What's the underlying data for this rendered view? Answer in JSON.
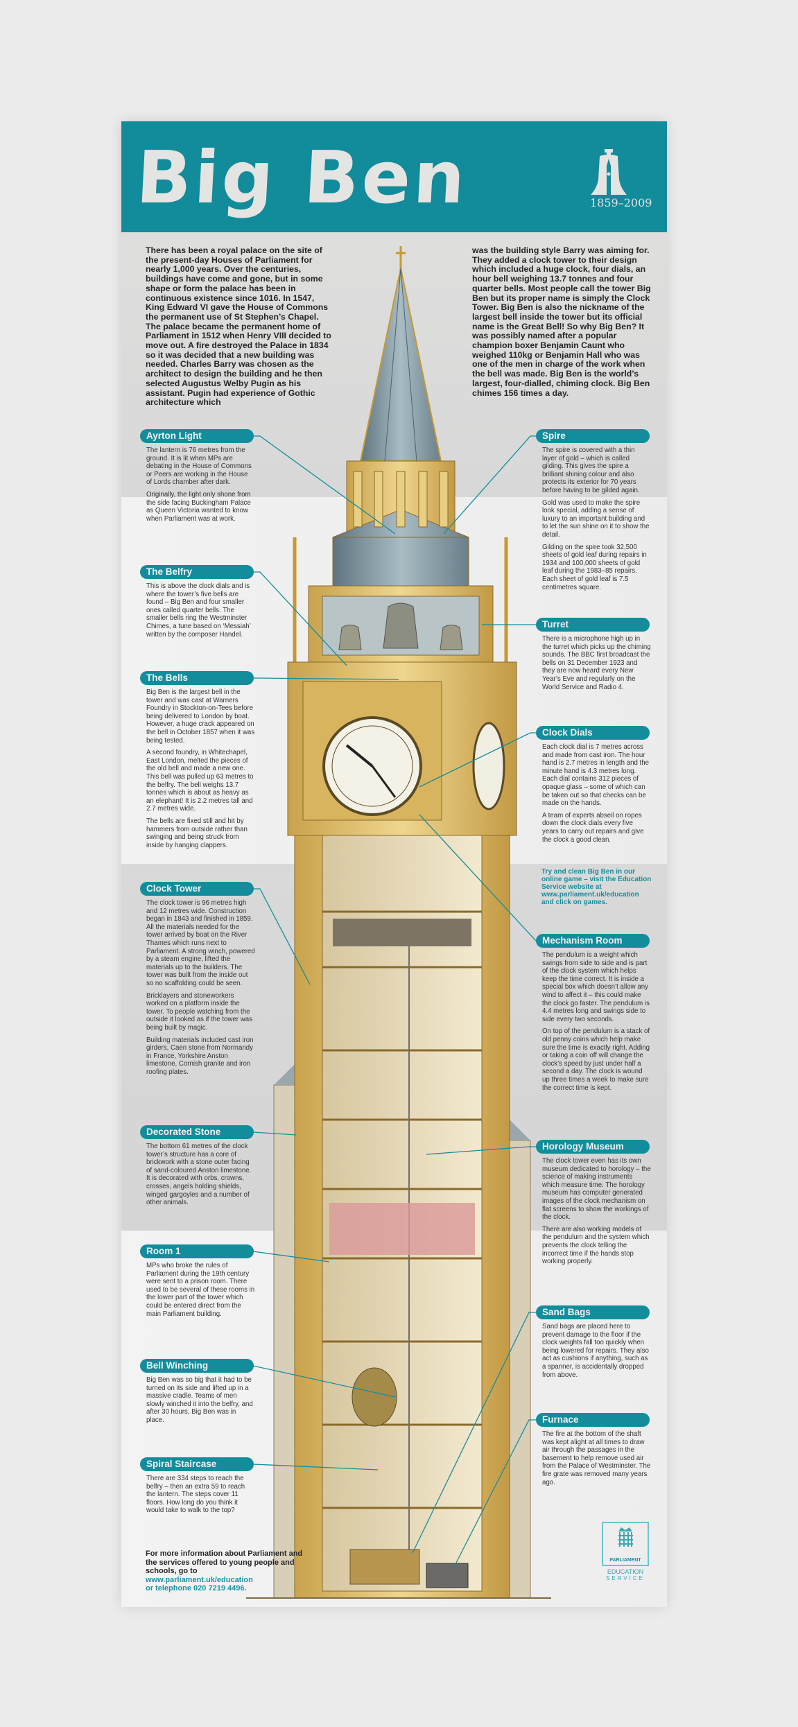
{
  "header": {
    "title": "Big Ben",
    "dates": "1859–2009"
  },
  "intro": {
    "left": "There has been a royal palace on the site of the present-day Houses of Parliament for nearly 1,000 years. Over the centuries, buildings have come and gone, but in some shape or form the palace has been in continuous existence since 1016. In 1547, King Edward VI gave the House of Commons the permanent use of St Stephen’s Chapel. The palace became the permanent home of Parliament in 1512 when Henry VIII decided to move out. A fire destroyed the Palace in 1834 so it was decided that a new building was needed. Charles Barry was chosen as the architect to design the building and he then selected Augustus Welby Pugin as his assistant. Pugin had experience of Gothic architecture which",
    "right": "was the building style Barry was aiming for. They added a clock tower to their design which included a huge clock, four dials, an hour bell weighing 13.7 tonnes and four quarter bells. Most people call the tower Big Ben but its proper name is simply the Clock Tower. Big Ben is also the nickname of the largest bell inside the tower but its official name is the Great Bell! So why Big Ben? It was possibly named after a popular champion boxer Benjamin Caunt who weighed 110kg or Benjamin Hall who was one of the men in charge of the work when the bell was made. Big Ben is the world’s largest, four-dialled, chiming clock. Big Ben chimes 156 times a day."
  },
  "callouts": {
    "ayrton": {
      "title": "Ayrton Light",
      "p": [
        "The lantern is 76 metres from the ground. It is lit when MPs are debating in the House of Commons or Peers are working in the House of Lords chamber after dark.",
        "Originally, the light only shone from the side facing Buckingham Palace as Queen Victoria wanted to know when Parliament was at work."
      ]
    },
    "belfry": {
      "title": "The Belfry",
      "p": [
        "This is above the clock dials and is where the tower’s five bells are found – Big Ben and four smaller ones called quarter bells. The smaller bells ring the Westminster Chimes, a tune based on ‘Messiah’ written by the composer Handel."
      ]
    },
    "bells": {
      "title": "The Bells",
      "p": [
        "Big Ben is the largest bell in the tower and was cast at Warners Foundry in Stockton-on-Tees before being delivered to London by boat. However, a huge crack appeared on the bell in October 1857 when it was being tested.",
        "A second foundry, in Whitechapel, East London, melted the pieces of the old bell and made a new one. This bell was pulled up 63 metres to the belfry. The bell weighs 13.7 tonnes which is about as heavy as an elephant! It is 2.2 metres tall and 2.7 metres wide.",
        "The bells are fixed still and hit by hammers from outside rather than swinging and being struck from inside by hanging clappers."
      ]
    },
    "clocktower": {
      "title": "Clock Tower",
      "p": [
        "The clock tower is 96 metres high and 12 metres wide. Construction began in 1843 and finished in 1859. All the materials needed for the tower arrived by boat on the River Thames which runs next to Parliament. A strong winch, powered by a steam engine, lifted the materials up to the builders. The tower was built from the inside out so no scaffolding could be seen.",
        "Bricklayers and stoneworkers worked on a platform inside the tower. To people watching from the outside it looked as if the tower was being built by magic.",
        "Building materials included cast iron girders, Caen stone from Normandy in France, Yorkshire Anston limestone, Cornish granite and iron roofing plates."
      ]
    },
    "stone": {
      "title": "Decorated Stone",
      "p": [
        "The bottom 61 metres of the clock tower’s structure has a core of brickwork with a stone outer facing of sand-coloured Anston limestone. It is decorated with orbs, crowns, crosses, angels holding shields, winged gargoyles and a number of other animals."
      ]
    },
    "room1": {
      "title": "Room 1",
      "p": [
        "MPs who broke the rules of Parliament during the 19th century were sent to a prison room. There used to be several of these rooms in the lower part of the tower which could be entered direct from the main Parliament building."
      ]
    },
    "winching": {
      "title": "Bell Winching",
      "p": [
        "Big Ben was so big that it had to be turned on its side and lifted up in a massive cradle. Teams of men slowly winched it into the belfry, and after 30 hours, Big Ben was in place."
      ]
    },
    "staircase": {
      "title": "Spiral Staircase",
      "p": [
        "There are 334 steps to reach the belfry – then an extra 59 to reach the lantern. The steps cover 11 floors. How long do you think it would take to walk to the top?"
      ]
    },
    "spire": {
      "title": "Spire",
      "p": [
        "The spire is covered with a thin layer of gold – which is called gilding. This gives the spire a brilliant shining colour and also protects its exterior for 70 years before having to be gilded again.",
        "Gold was used to make the spire look special, adding a sense of luxury to an important building and to let the sun shine on it to show the detail.",
        "Gilding on the spire took 32,500 sheets of gold leaf during repairs in 1934 and 100,000 sheets of gold leaf during the 1983–85 repairs. Each sheet of gold leaf is 7.5 centimetres square."
      ]
    },
    "turret": {
      "title": "Turret",
      "p": [
        "There is a microphone high up in the turret which picks up the chiming sounds. The BBC first broadcast the bells on 31 December 1923 and they are now heard every New Year’s Eve and regularly on the World Service and Radio 4."
      ]
    },
    "dials": {
      "title": "Clock Dials",
      "p": [
        "Each clock dial is 7 metres across and made from cast iron. The hour hand is 2.7 metres in length and the minute hand is 4.3 metres long. Each dial contains 312 pieces of opaque glass – some of which can be taken out so that checks can be made on the hands.",
        "A team of experts abseil on ropes down the clock dials every five years to carry out repairs and give the clock a good clean."
      ]
    },
    "mechanism": {
      "title": "Mechanism Room",
      "p": [
        "The pendulum is a weight which swings from side to side and is part of the clock system which helps keep the time correct. It is inside a special box which doesn’t allow any wind to affect it – this could make the clock go faster. The pendulum is 4.4 metres long and swings side to side every two seconds.",
        "On top of the pendulum is a stack of old penny coins which help make sure the time is exactly right. Adding or taking a coin off will change the clock’s speed by just under half a second a day. The clock is wound up three times a week to make sure the correct time is kept."
      ]
    },
    "horology": {
      "title": "Horology Museum",
      "p": [
        "The clock tower even has its own museum dedicated to horology – the science of making instruments which measure time. The horology museum has computer generated images of the clock mechanism on flat screens to show the workings of the clock.",
        "There are also working models of the pendulum and the system which prevents the clock telling the incorrect time if the hands stop working properly."
      ]
    },
    "sandbags": {
      "title": "Sand Bags",
      "p": [
        "Sand bags are placed here to prevent damage to the floor if the clock weights fall too quickly when being lowered for repairs. They also act as cushions if anything, such as a spanner, is accidentally dropped from above."
      ]
    },
    "furnace": {
      "title": "Furnace",
      "p": [
        "The fire at the bottom of the shaft was kept alight at all times to draw air through the passages in the basement to help remove used air from the Palace of Westminster. The fire grate was removed many years ago."
      ]
    }
  },
  "promo": "Try and clean Big Ben in our online game – visit the Education Service website at www.parliament.uk/education and click on games.",
  "footer": {
    "text": "For more information about Parliament and the services offered to young people and schools, go to",
    "link": "www.parliament.uk/education",
    "phone": "or telephone 020 7219 4496."
  },
  "logo": {
    "parliament": "PARLIAMENT",
    "education": "EDUCATION",
    "service": "SERVICE"
  },
  "colors": {
    "teal": "#138d9c",
    "stone": "#e3c36e",
    "slate": "#8fa3ad"
  }
}
